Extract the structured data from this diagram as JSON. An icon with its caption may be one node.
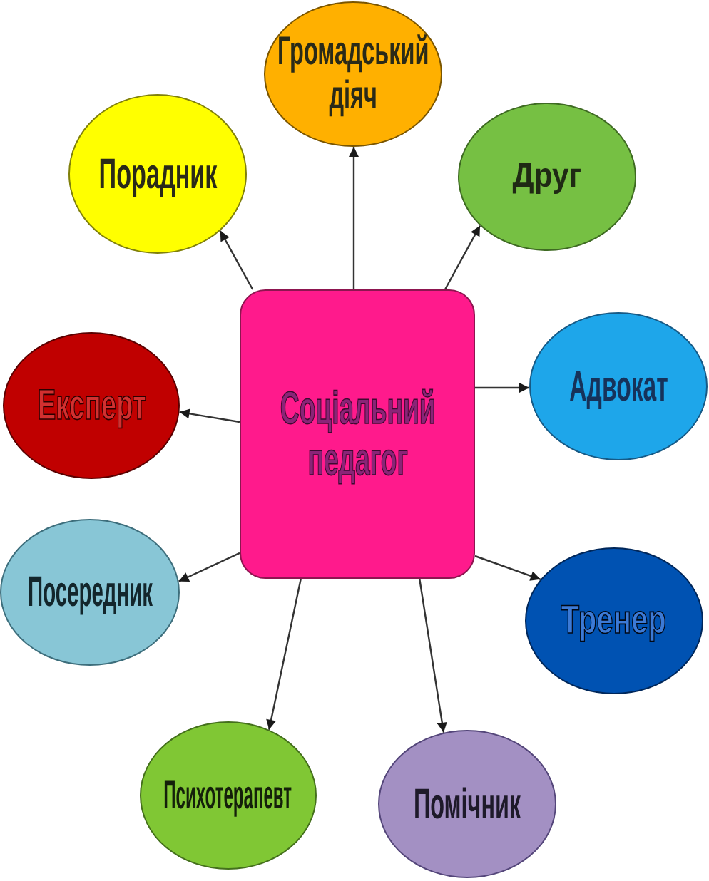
{
  "diagram": {
    "nodes": [
      {
        "text": [
          "Соціальний педагог"
        ]
      },
      {
        "text": [
          "Громадський діяч"
        ]
      },
      {
        "text": [
          "Друг"
        ]
      },
      {
        "text": [
          "Адвокат"
        ]
      },
      {
        "text": [
          "Тренер"
        ]
      },
      {
        "text": [
          "Помічник"
        ]
      },
      {
        "text": [
          "Психотерапевт"
        ]
      },
      {
        "text": [
          "Посередник"
        ]
      },
      {
        "text": [
          "Експерт"
        ]
      },
      {
        "text": [
          "Порадник"
        ]
      }
    ],
    "edges": [
      {
        "from": 0,
        "to": 1,
        "arrow": "to"
      },
      {
        "from": 0,
        "to": 2,
        "arrow": "to"
      },
      {
        "from": 0,
        "to": 3,
        "arrow": "to"
      },
      {
        "from": 0,
        "to": 4,
        "arrow": "to"
      },
      {
        "from": 0,
        "to": 5,
        "arrow": "to"
      },
      {
        "from": 0,
        "to": 6,
        "arrow": "to"
      },
      {
        "from": 0,
        "to": 7,
        "arrow": "to"
      },
      {
        "from": 0,
        "to": 8,
        "arrow": "to"
      },
      {
        "from": 0,
        "to": 9,
        "arrow": "to"
      }
    ]
  }
}
